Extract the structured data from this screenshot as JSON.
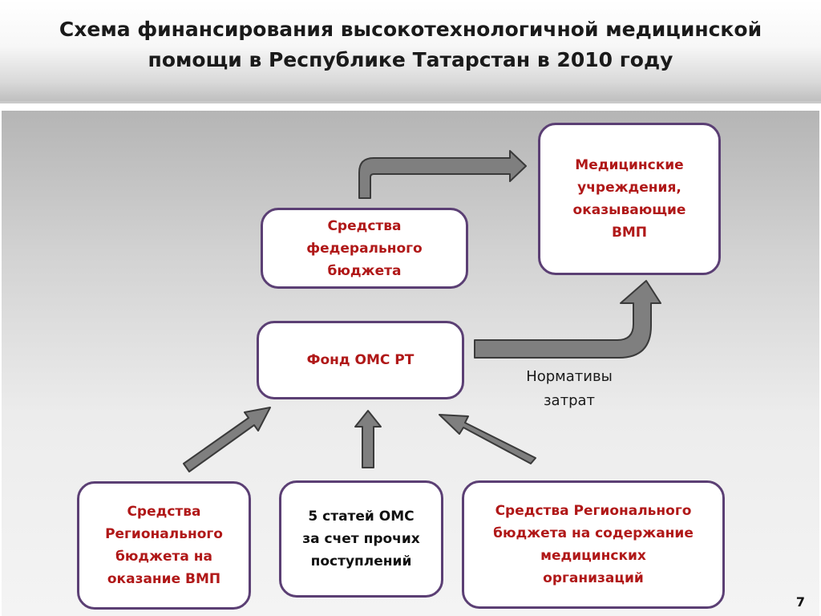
{
  "title": "Схема финансирования высокотехнологичной медицинской\nпомощи в Республике Татарстан в 2010 году",
  "nodes": {
    "medical_institutions": "Медицинские\nучреждения,\nоказывающие\nВМП",
    "federal_budget": "Средства\nфедерального\nбюджета",
    "oms_fund": "Фонд ОМС РТ",
    "regional_budget_vmp": "Средства\nРегионального\nбюджета на\nоказание ВМП",
    "oms_articles": "5 статей ОМС\nза счет прочих\nпоступлений",
    "regional_budget_maintenance": "Средства Регионального\nбюджета на содержание\nмедицинских\nорганизаций"
  },
  "edge_label": "Нормативы\nзатрат",
  "page_number": "7",
  "colors": {
    "box_border": "#5b3f74",
    "box_text": "#b01818",
    "arrow_fill": "#7f7f7f",
    "arrow_stroke": "#3a3a3a"
  }
}
